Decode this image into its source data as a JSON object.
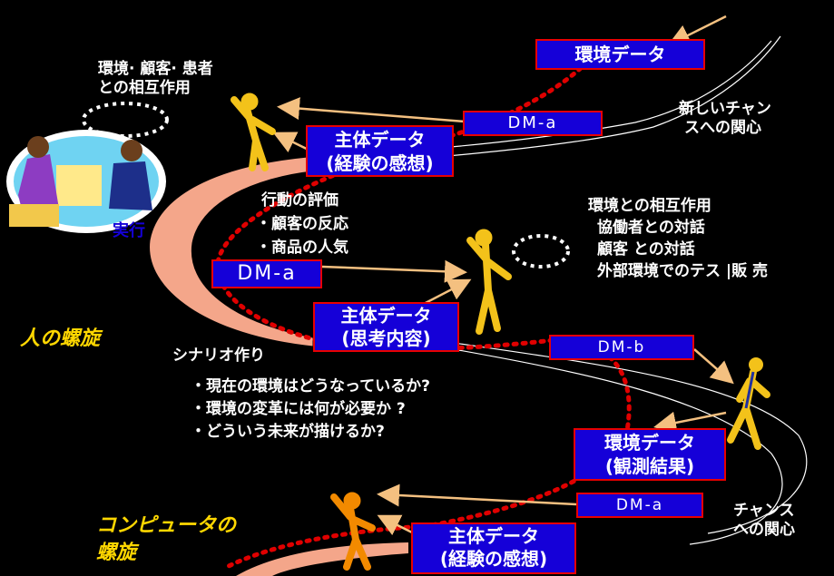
{
  "diagram": {
    "boxes": {
      "env_data_top": "環境データ",
      "subject_data_1": [
        "主体データ",
        "(経験の感想)"
      ],
      "subject_data_2": [
        "主体データ",
        "(思考内容)"
      ],
      "env_data_obs": [
        "環境データ",
        "(観測結果)"
      ],
      "subject_data_3": [
        "主体データ",
        "(経験の感想)"
      ]
    },
    "dm_labels": {
      "dm_top": "DM-a",
      "dm_mid": "DM-a",
      "dm_b": "DM-b",
      "dm_bottom": "DM-a"
    },
    "texts": {
      "interaction_top": [
        "環境· 顧客· 患者",
        "との相互作用"
      ],
      "new_chance": [
        "新しいチャン",
        "スへの関心"
      ],
      "execute": "実行",
      "evaluation": [
        "行動の評価",
        "・顧客の反応",
        "・商品の人気"
      ],
      "env_interaction": [
        "環境との相互作用",
        "協働者との対話",
        "顧客 との対話",
        "外部環境でのテス |販 売"
      ],
      "scenario": "シナリオ作り",
      "scenario_items": [
        "・現在の環境はどうなっているか?",
        "・環境の変革には何が必要か ?",
        "・どういう未来が描けるか?"
      ],
      "chance_bottom": [
        "チャンス",
        "への関心"
      ]
    },
    "spiral_labels": {
      "human": "人の螺旋",
      "computer": [
        "コンピュータの",
        "螺旋"
      ]
    },
    "colors": {
      "box_fill": "#1500d8",
      "box_border": "#e80000",
      "dotted_path": "#e00000",
      "spiral_fill": "#f4a68a",
      "arrow": "#f4c080",
      "figure": "#f3c21a",
      "label_yellow": "#ffd700"
    },
    "icons": [
      "handshake-clipart-icon",
      "person-thinking-icon",
      "person-idea-icon",
      "person-walking-icon",
      "person-pointing-icon"
    ]
  }
}
